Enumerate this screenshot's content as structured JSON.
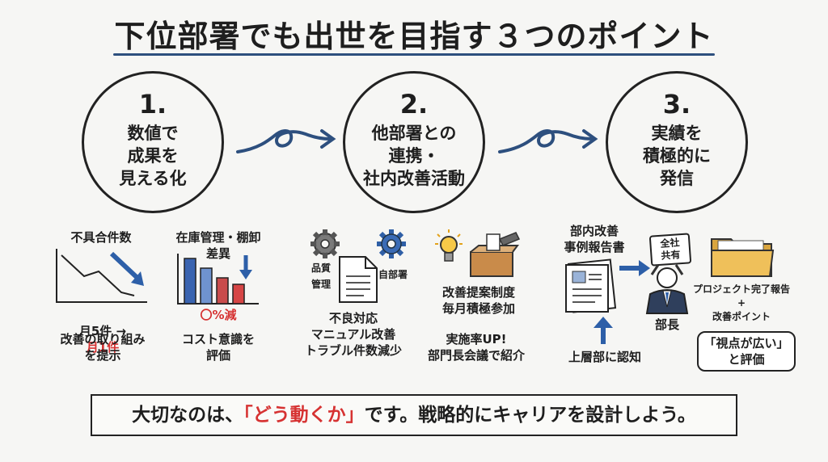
{
  "title": "下位部署でも出世を目指す３つのポイント",
  "points": [
    {
      "num": "1.",
      "text": "数値で\n成果を\n見える化"
    },
    {
      "num": "2.",
      "text": "他部署との\n連携・\n社内改善活動"
    },
    {
      "num": "3.",
      "text": "実績を\n積極的に\n発信"
    }
  ],
  "p1": {
    "chart1_title": "不具合件数",
    "chart1_before": "月5件 →",
    "chart1_after": "月1件",
    "chart1_caption": "改善の取り組み\nを提示",
    "chart2_title": "在庫管理・棚卸\n差異",
    "chart2_change": "〇%減",
    "chart2_caption": "コスト意識を\n評価"
  },
  "p2": {
    "gear_left": "品質\n管理",
    "gear_right": "自部署",
    "doc_caption": "不良対応\nマニュアル改善\nトラブル件数減少",
    "idea_caption1": "改善提案制度\n毎月積極参加",
    "idea_caption2": "実施率UP!\n部門長会議で紹介"
  },
  "p3": {
    "report_title": "部内改善\n事例報告書",
    "sign_text": "全社\n共有",
    "boss_label": "部長",
    "up_caption": "上層部に認知",
    "folder_caption": "プロジェクト完了報告\n+\n改善ポイント",
    "quote": "「視点が広い」\nと評価"
  },
  "banner": {
    "pre": "大切なのは、",
    "highlight": "「どう動くか」",
    "post": "です。戦略的にキャリアを設計しよう。"
  }
}
